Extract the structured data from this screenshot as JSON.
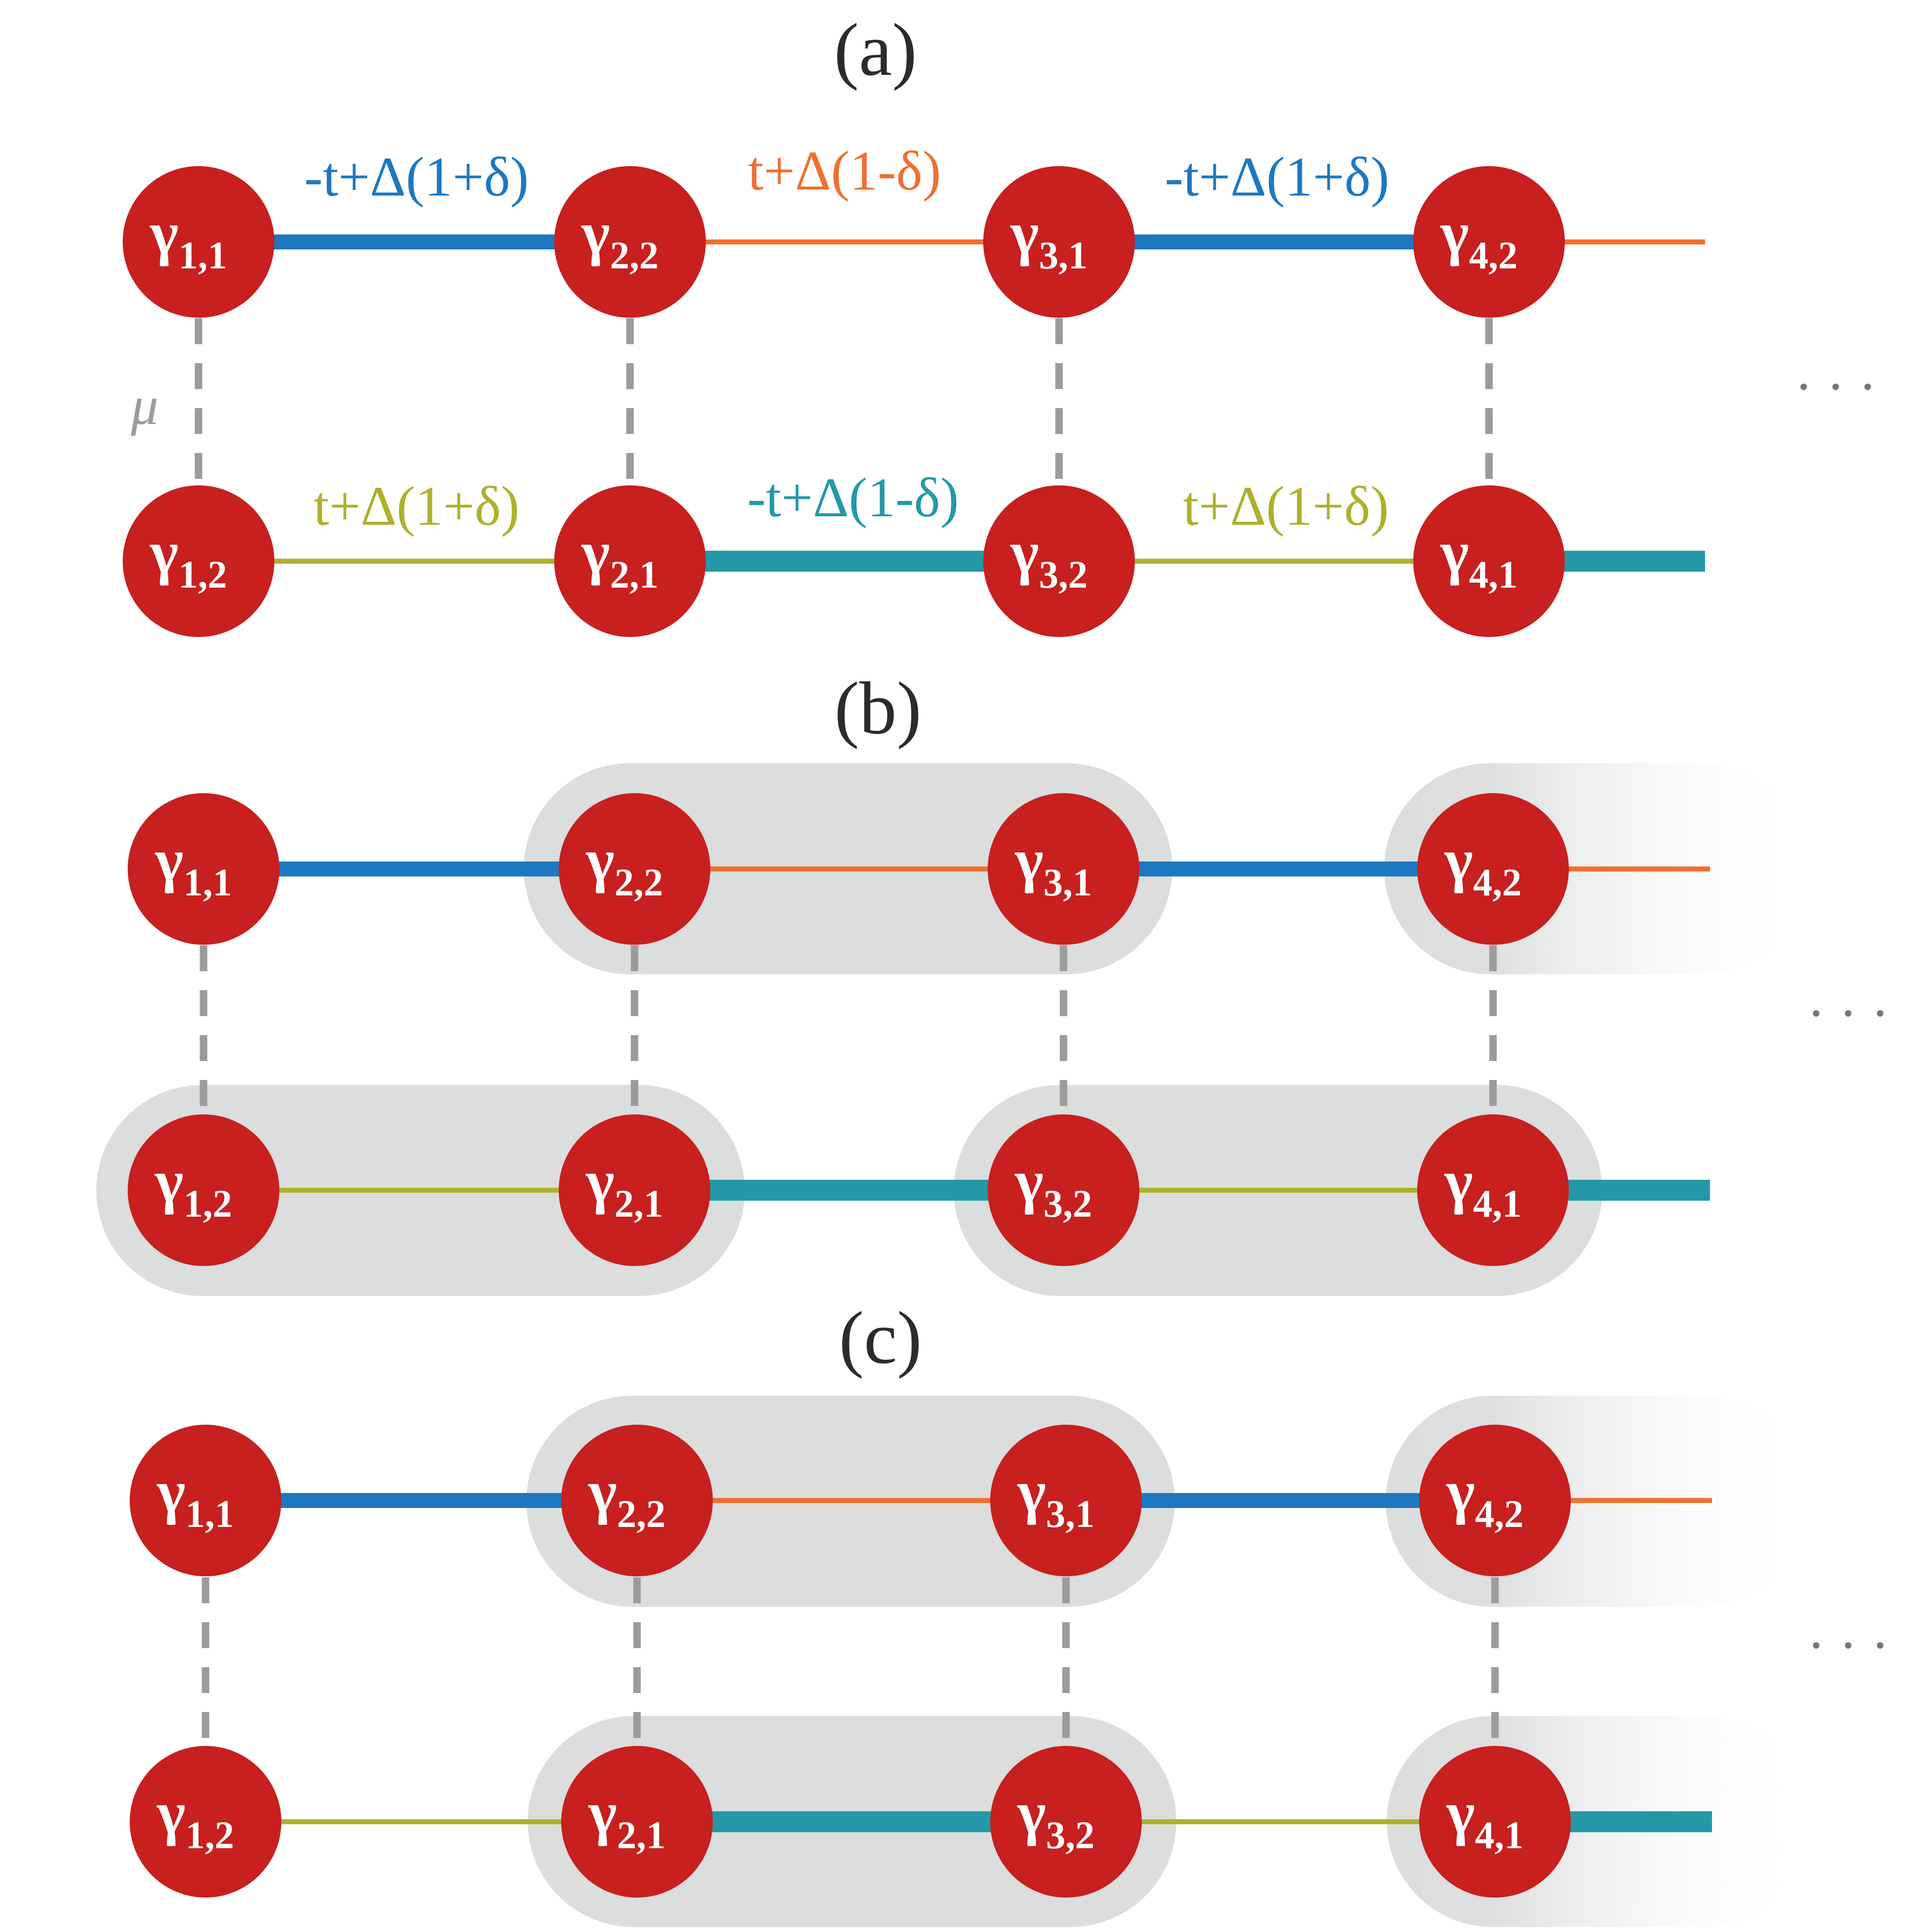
{
  "colors": {
    "node_fill": "#c81f1f",
    "node_text": "#ffffff",
    "blue_bond": "#1d78c1",
    "orange_bond": "#ee7030",
    "olive_bond": "#afb02c",
    "teal_bond": "#2399a8",
    "mu_link": "#9b9b9b",
    "pair_highlight": "#dcdddd",
    "panel_label": "#2b2b2b"
  },
  "panels": [
    {
      "label": "(a)",
      "top_nodes": [
        {
          "base": "γ",
          "sub": "1,1"
        },
        {
          "base": "γ",
          "sub": "2,2"
        },
        {
          "base": "γ",
          "sub": "3,1"
        },
        {
          "base": "γ",
          "sub": "4,2"
        }
      ],
      "bottom_nodes": [
        {
          "base": "γ",
          "sub": "1,2"
        },
        {
          "base": "γ",
          "sub": "2,1"
        },
        {
          "base": "γ",
          "sub": "3,2"
        },
        {
          "base": "γ",
          "sub": "4,1"
        }
      ],
      "top_bond_labels": [
        "-t+Δ(1+δ)",
        "t+Δ(1-δ)",
        "-t+Δ(1+δ)"
      ],
      "bottom_bond_labels": [
        "t+Δ(1+δ)",
        "-t+Δ(1-δ)",
        "t+Δ(1+δ)"
      ],
      "mu_label": "μ",
      "ellipsis": "· · ·"
    },
    {
      "label": "(b)",
      "top_nodes": [
        {
          "base": "γ",
          "sub": "1,1"
        },
        {
          "base": "γ",
          "sub": "2,2"
        },
        {
          "base": "γ",
          "sub": "3,1"
        },
        {
          "base": "γ",
          "sub": "4,2"
        }
      ],
      "bottom_nodes": [
        {
          "base": "γ",
          "sub": "1,2"
        },
        {
          "base": "γ",
          "sub": "2,1"
        },
        {
          "base": "γ",
          "sub": "3,2"
        },
        {
          "base": "γ",
          "sub": "4,1"
        }
      ],
      "ellipsis": "· · ·"
    },
    {
      "label": "(c)",
      "top_nodes": [
        {
          "base": "γ",
          "sub": "1,1"
        },
        {
          "base": "γ",
          "sub": "2,2"
        },
        {
          "base": "γ",
          "sub": "3,1"
        },
        {
          "base": "γ",
          "sub": "4,2"
        }
      ],
      "bottom_nodes": [
        {
          "base": "γ",
          "sub": "1,2"
        },
        {
          "base": "γ",
          "sub": "2,1"
        },
        {
          "base": "γ",
          "sub": "3,2"
        },
        {
          "base": "γ",
          "sub": "4,1"
        }
      ],
      "ellipsis": "· · ·"
    }
  ]
}
